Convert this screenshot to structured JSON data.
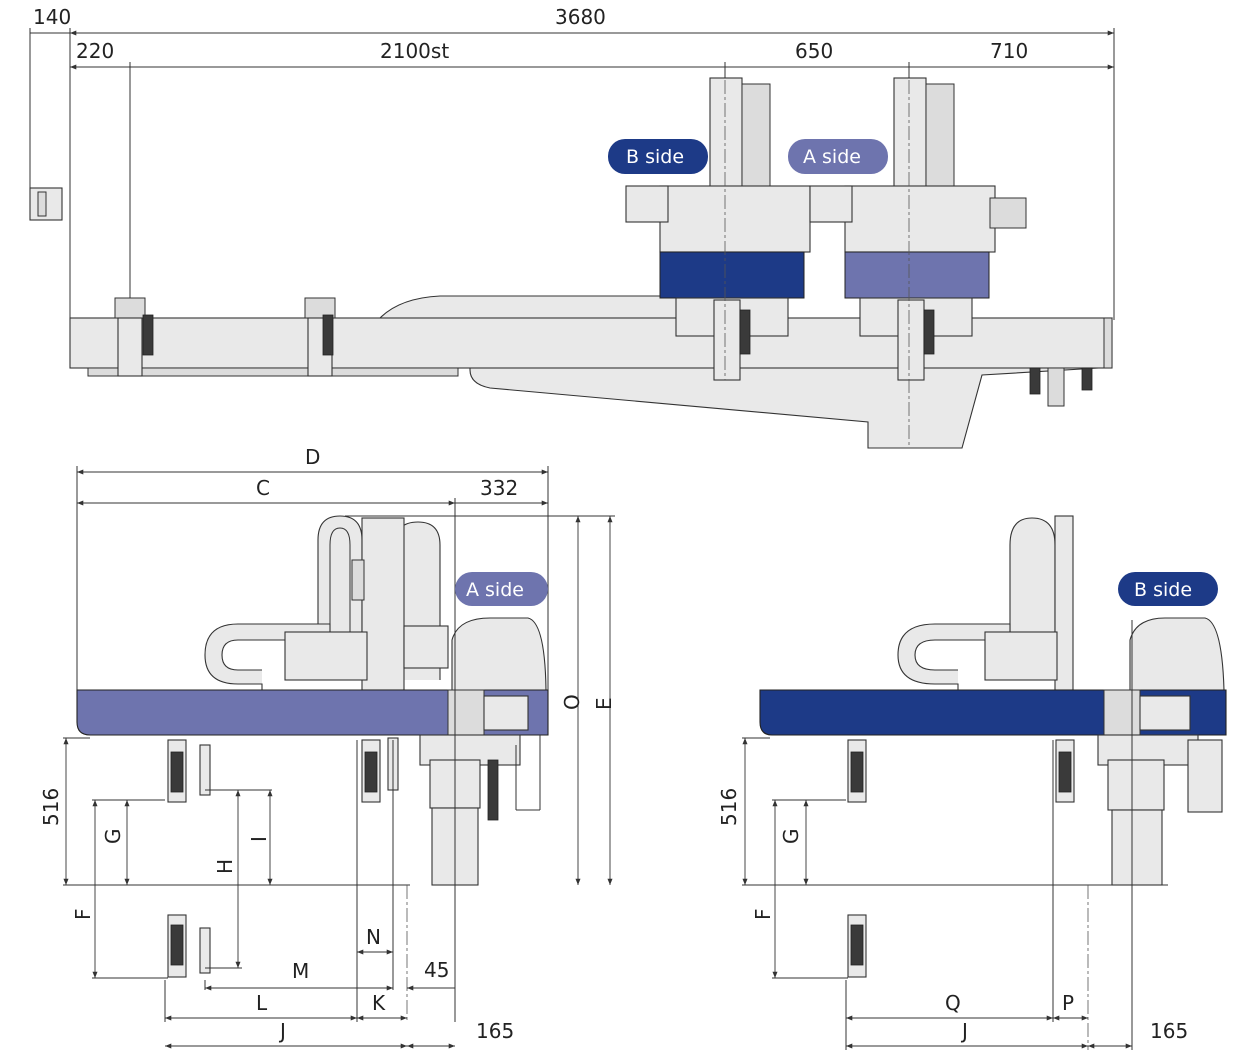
{
  "colors": {
    "a_side": "#6E74AE",
    "b_side": "#1D3A87",
    "body_fill": "#E9E9E9",
    "line": "#333333"
  },
  "top_view": {
    "dim_overall_width": "3680",
    "dim_left_offset": "140",
    "dim_start": "220",
    "dim_stroke": "2100st",
    "dim_pitch": "650",
    "dim_end": "710",
    "badge_b": "B side",
    "badge_a": "A side"
  },
  "left_view": {
    "badge": "A side",
    "dim_D": "D",
    "dim_C": "C",
    "dim_332": "332",
    "dim_O": "O",
    "dim_E": "E",
    "dim_516": "516",
    "dim_G": "G",
    "dim_F": "F",
    "dim_H": "H",
    "dim_I": "I",
    "dim_N": "N",
    "dim_M": "M",
    "dim_45": "45",
    "dim_L": "L",
    "dim_K": "K",
    "dim_J": "J",
    "dim_165": "165"
  },
  "right_view": {
    "badge": "B side",
    "dim_516": "516",
    "dim_G": "G",
    "dim_F": "F",
    "dim_Q": "Q",
    "dim_P": "P",
    "dim_J": "J",
    "dim_165": "165"
  }
}
